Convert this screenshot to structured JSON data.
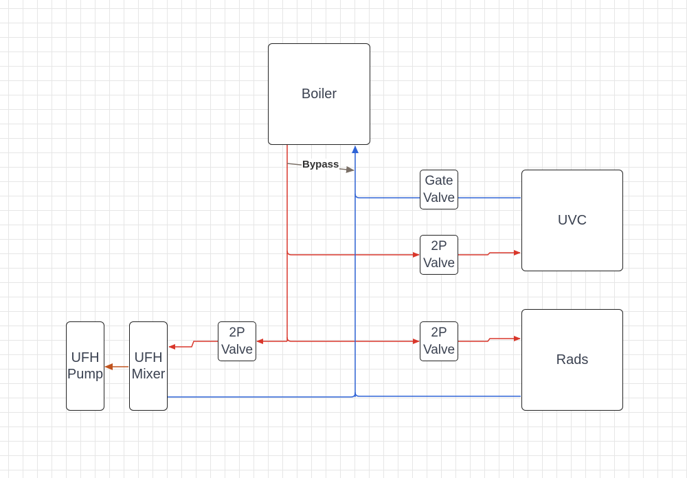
{
  "nodes": {
    "boiler": "Boiler",
    "uvc": "UVC",
    "rads": "Rads",
    "gate_valve": "Gate\nValve",
    "valve_uvc": "2P\nValve",
    "valve_rads": "2P\nValve",
    "valve_ufh": "2P\nValve",
    "ufh_mixer": "UFH\nMixer",
    "ufh_pump": "UFH\nPump"
  },
  "labels": {
    "bypass": "Bypass"
  },
  "colors": {
    "flow": "#d9372b",
    "return": "#2f63d6",
    "bypass": "#7a6f66",
    "pump_feed": "#c0531e",
    "box_border": "#222222",
    "grid": "#e6e6e6"
  }
}
